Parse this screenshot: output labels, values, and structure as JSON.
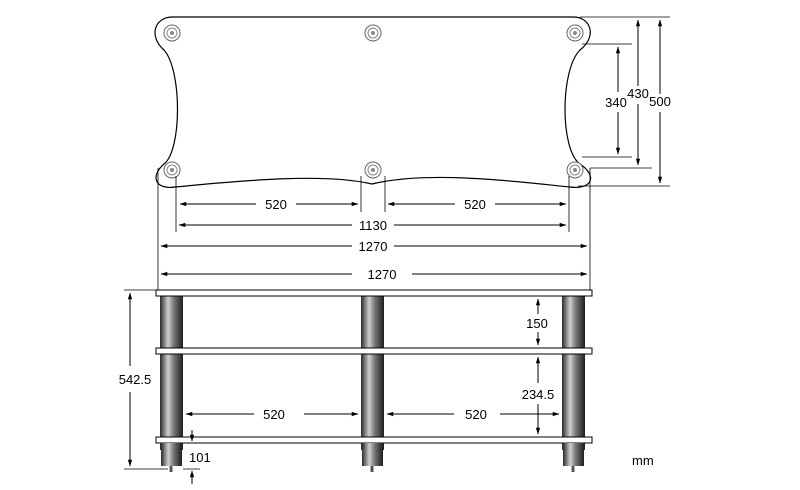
{
  "top_view": {
    "width_top": "1270",
    "width_holes": "1130",
    "left_span": "520",
    "right_span": "520",
    "depth_holes": "340",
    "depth_mid": "430",
    "depth_total": "500"
  },
  "front_view": {
    "width_total": "1270",
    "height_total": "542.5",
    "shelf_gap_top": "150",
    "shelf_gap_bottom": "234.5",
    "left_span": "520",
    "right_span": "520",
    "foot_height": "101"
  },
  "unit": "mm"
}
